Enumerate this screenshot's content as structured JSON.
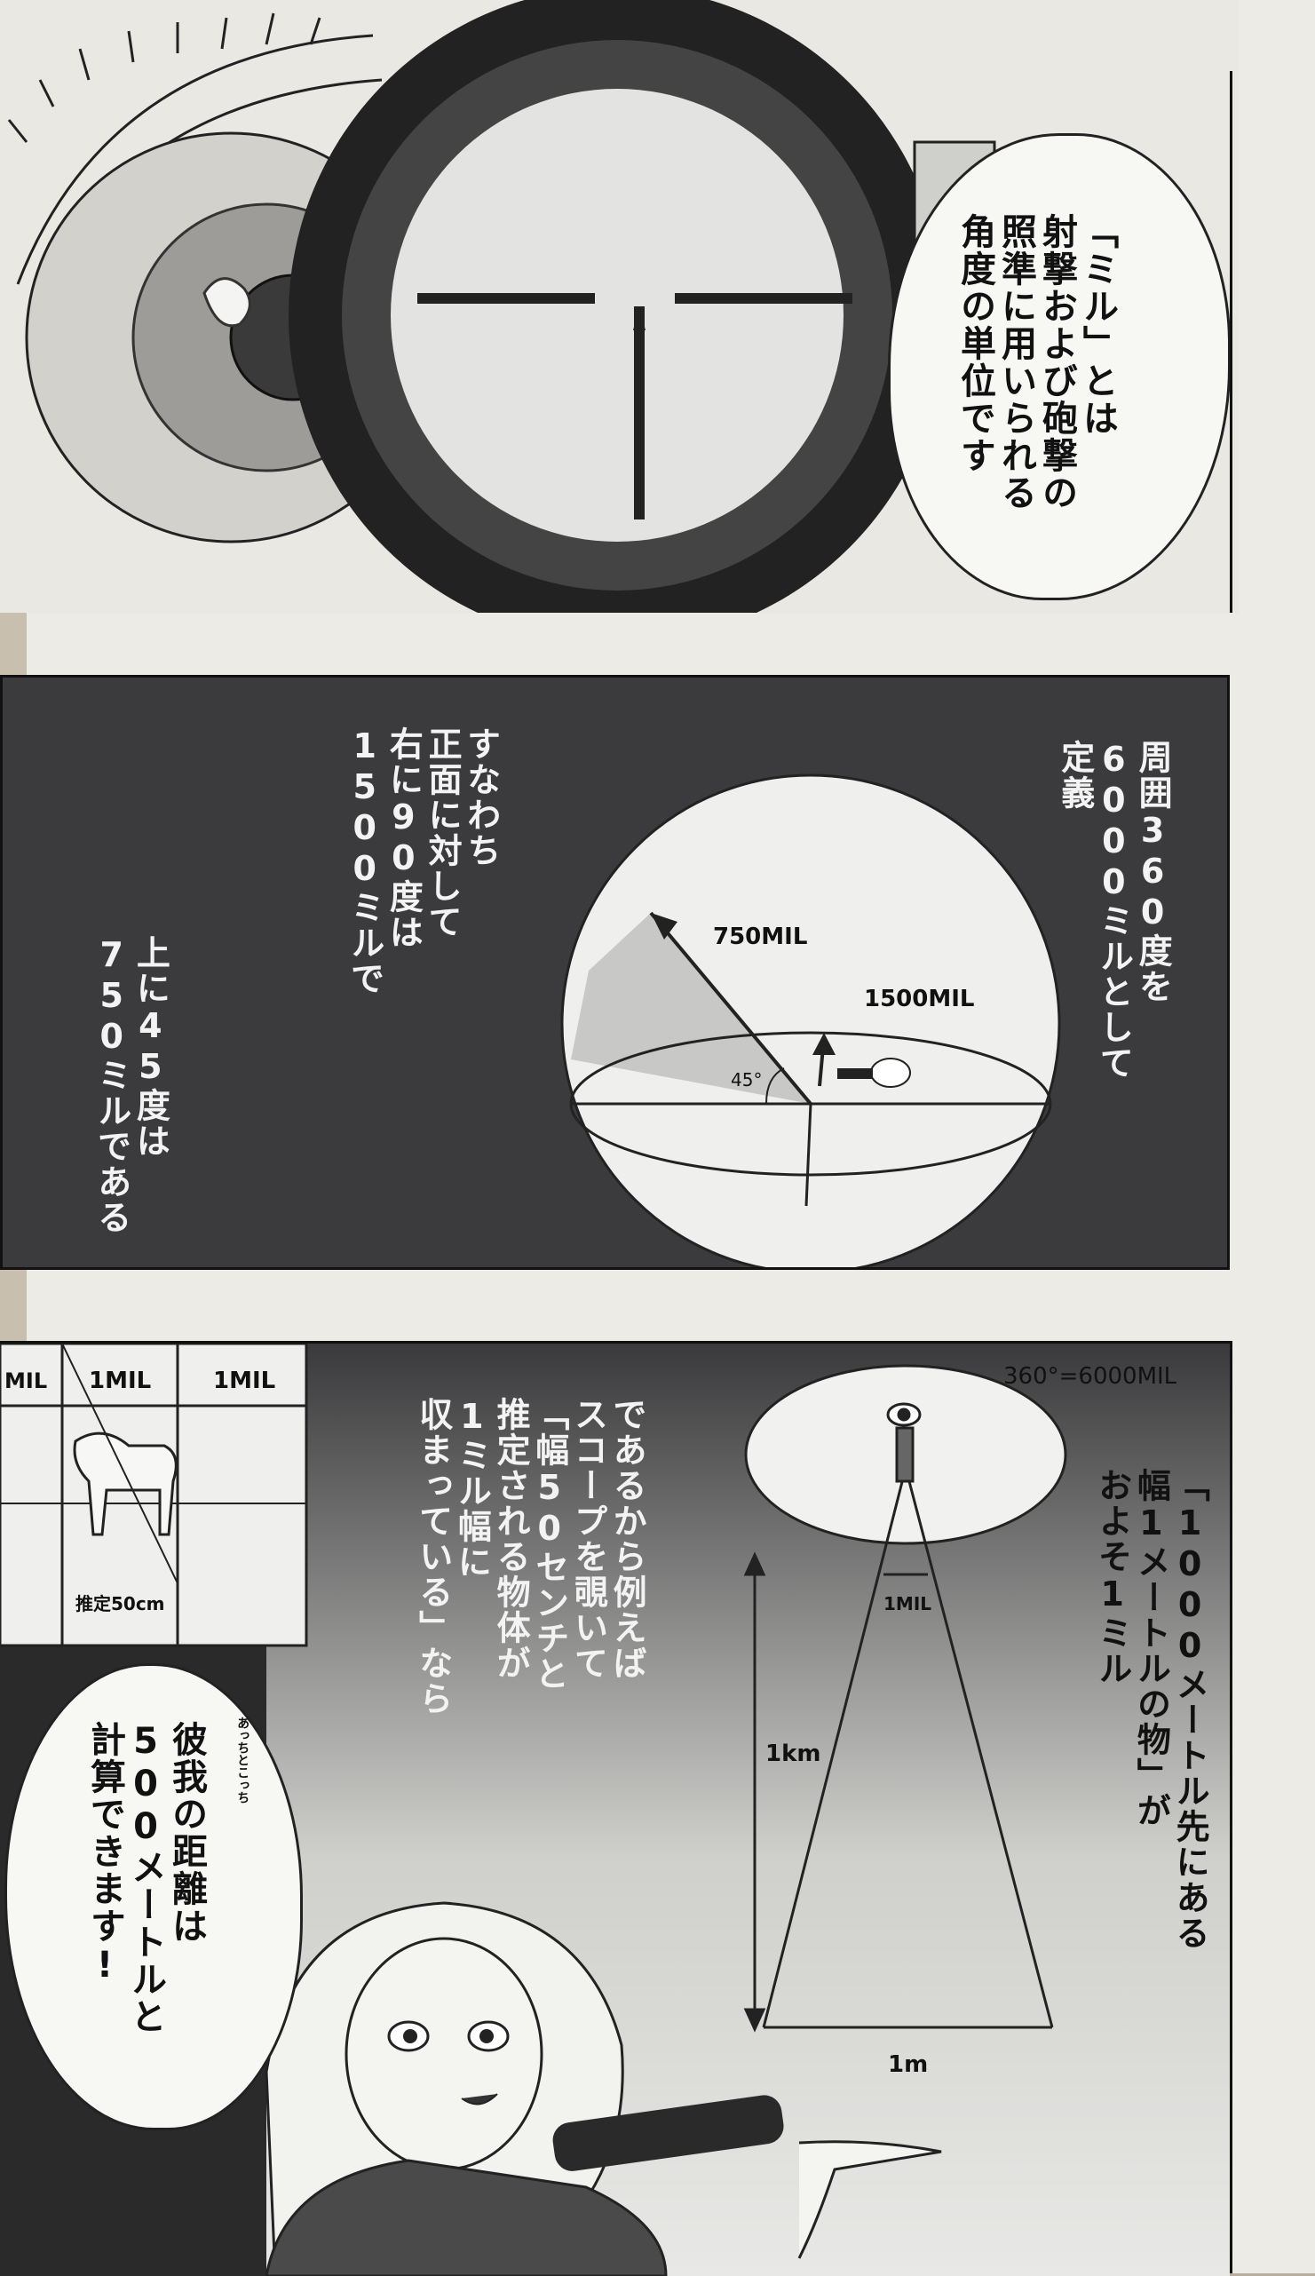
{
  "panel1": {
    "bubble_lines": [
      "「ミル」とは",
      "射撃および砲撃の",
      "照準に用いられる",
      "角度の単位です"
    ]
  },
  "panel2": {
    "text_right_lines": [
      "周囲360度を",
      "6000ミルとして",
      "定義"
    ],
    "text_middle_lines": [
      "すなわち",
      "正面に対して",
      "右に90度は",
      "1500ミルで"
    ],
    "text_left_lines": [
      "上に45度は",
      "750ミルである"
    ],
    "diagram": {
      "label_750": "750MIL",
      "label_1500": "1500MIL",
      "label_45": "45°"
    }
  },
  "panel3": {
    "text_right_lines": [
      "「1000メートル先にある",
      "幅1メートルの物」が",
      "およそ1ミル"
    ],
    "text_middle_lines": [
      "であるから例えば",
      "スコープを覗いて",
      "「幅50センチと",
      "推定される物体が",
      "1ミル幅に",
      "収まっている」なら"
    ],
    "bubble_lines": [
      "彼我の距離は",
      "500メートルと",
      "計算できます!"
    ],
    "ruby": "あっちとこっち",
    "diagram": {
      "label_circle": "360°=6000MIL",
      "label_1mil": "1MIL",
      "label_1km": "1km",
      "label_1m": "1m"
    },
    "scope": {
      "labels": [
        "MIL",
        "1MIL",
        "1MIL"
      ],
      "estimate": "推定50cm"
    }
  }
}
